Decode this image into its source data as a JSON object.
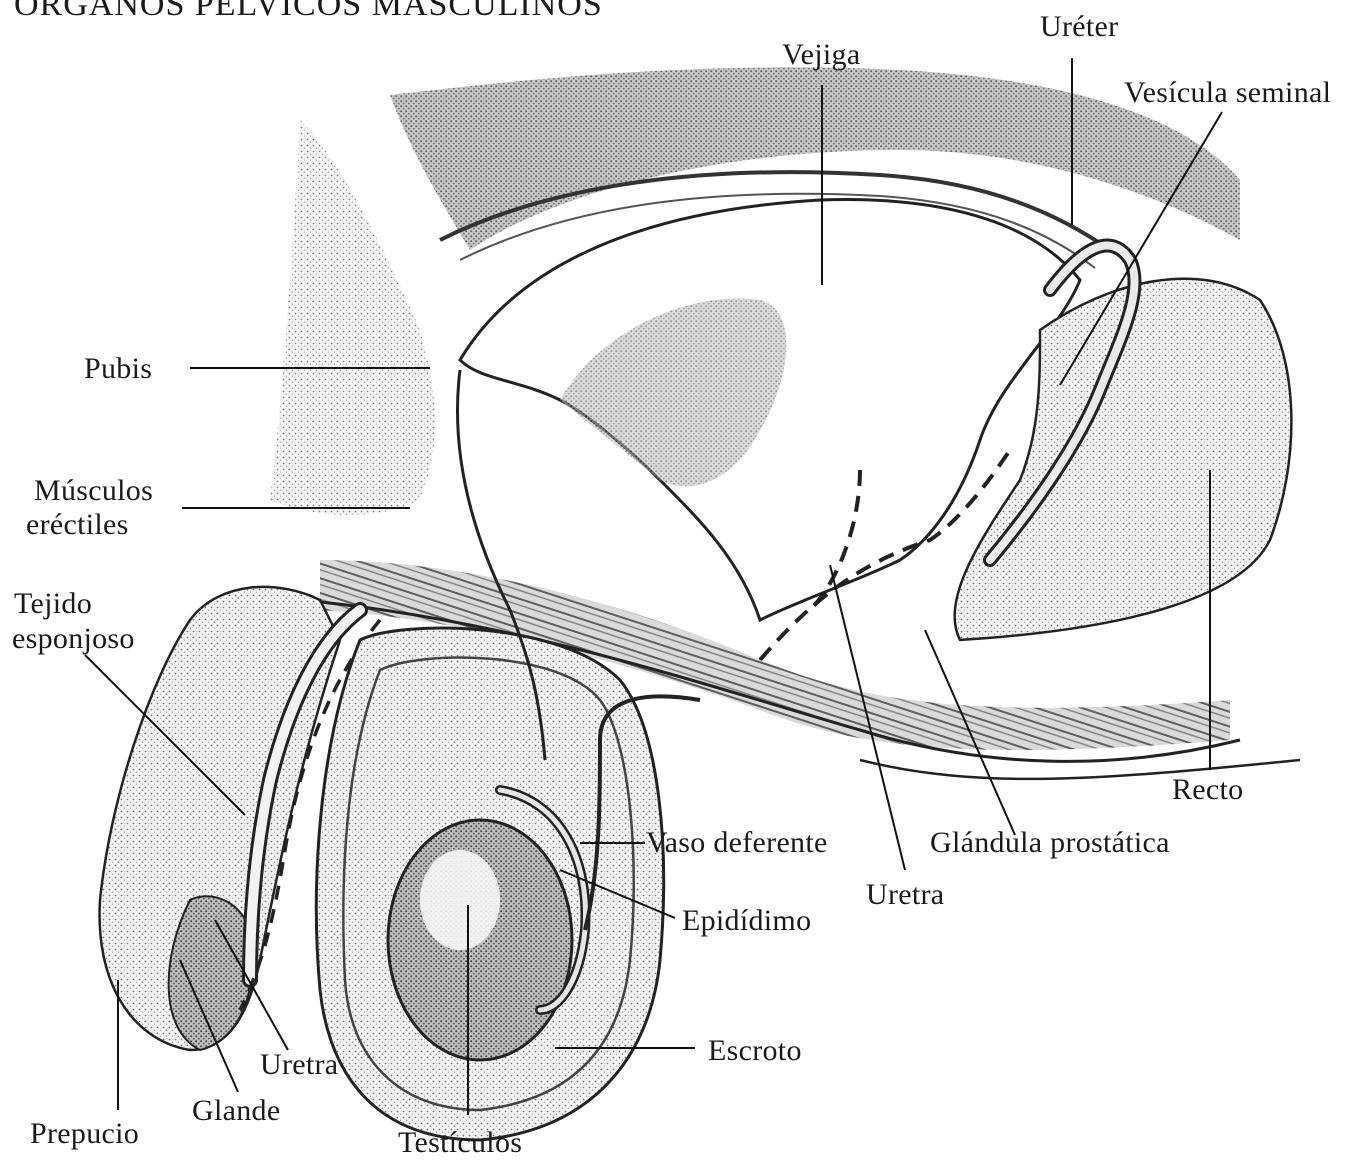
{
  "title": "ÓRGANOS PÉLVICOS MASCULINOS",
  "labels": {
    "ureter": "Uréter",
    "vejiga": "Vejiga",
    "vesicula": "Vesícula seminal",
    "pubis": "Pubis",
    "musculos1": "Músculos",
    "musculos2": "eréctiles",
    "tejido1": "Tejido",
    "tejido2": "esponjoso",
    "recto": "Recto",
    "vaso": "Vaso deferente",
    "glandula": "Glándula prostática",
    "uretra_center": "Uretra",
    "epididimo": "Epidídimo",
    "escroto": "Escroto",
    "uretra_left": "Uretra",
    "glande": "Glande",
    "prepucio": "Prepucio",
    "testiculos": "Testículos"
  }
}
